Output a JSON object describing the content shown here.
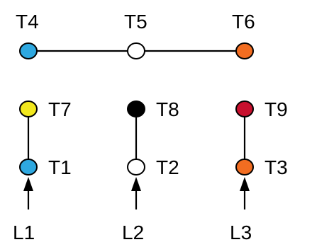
{
  "nodes": [
    {
      "id": "t4",
      "label": "T4",
      "color": "#2ea8e0"
    },
    {
      "id": "t5",
      "label": "T5",
      "color": "#ffffff"
    },
    {
      "id": "t6",
      "label": "T6",
      "color": "#f26d21"
    },
    {
      "id": "t7",
      "label": "T7",
      "color": "#f2e81e"
    },
    {
      "id": "t8",
      "label": "T8",
      "color": "#000000"
    },
    {
      "id": "t9",
      "label": "T9",
      "color": "#c8102e"
    },
    {
      "id": "t1",
      "label": "T1",
      "color": "#2ea8e0"
    },
    {
      "id": "t2",
      "label": "T2",
      "color": "#ffffff"
    },
    {
      "id": "t3",
      "label": "T3",
      "color": "#f26d21"
    }
  ],
  "inputs": [
    {
      "label": "L1"
    },
    {
      "label": "L2"
    },
    {
      "label": "L3"
    }
  ]
}
